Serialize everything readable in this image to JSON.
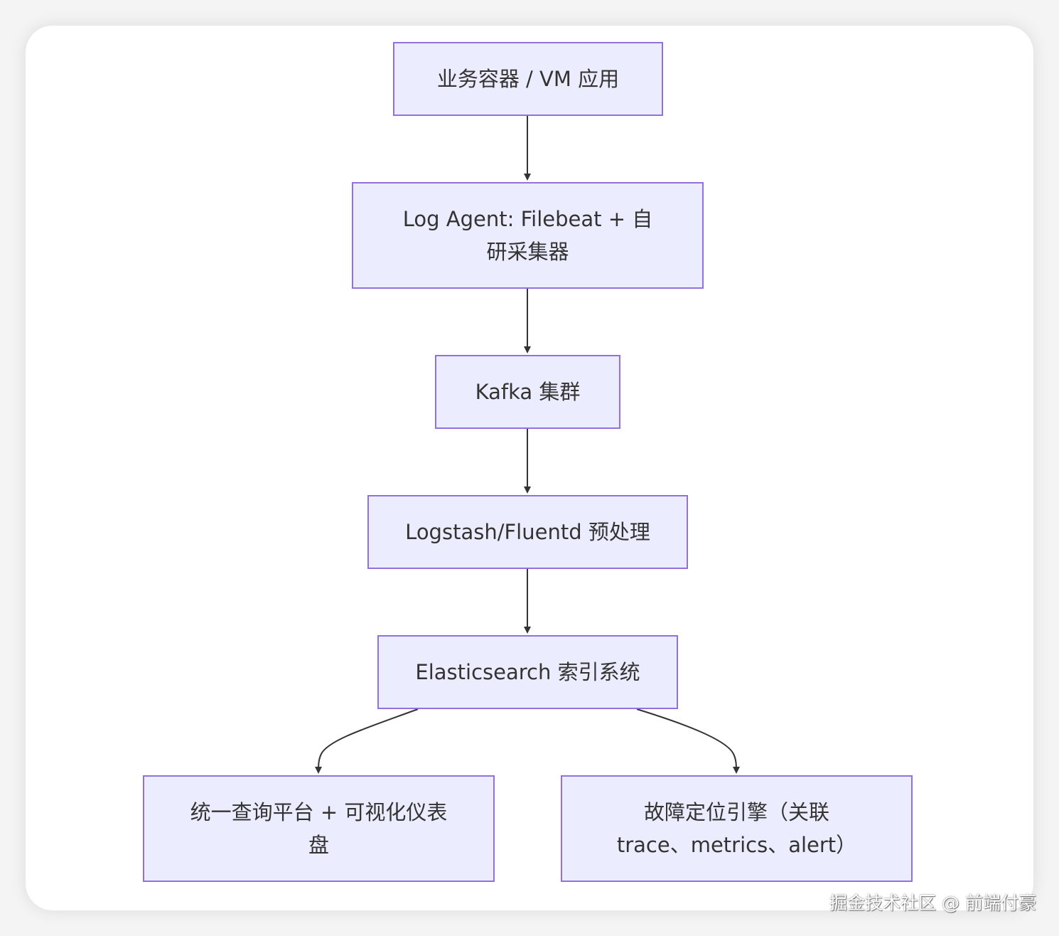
{
  "nodes": {
    "app": {
      "label": "业务容器 / VM 应用"
    },
    "agent": {
      "label": "Log Agent: Filebeat + 自研采集器"
    },
    "kafka": {
      "label": "Kafka 集群"
    },
    "logstash": {
      "label": "Logstash/Fluentd 预处理"
    },
    "es": {
      "label": "Elasticsearch 索引系统"
    },
    "query": {
      "label": "统一查询平台 + 可视化仪表盘"
    },
    "fault": {
      "label": "故障定位引擎（关联 trace、metrics、alert）"
    }
  },
  "edges": [
    {
      "from": "app",
      "to": "agent"
    },
    {
      "from": "agent",
      "to": "kafka"
    },
    {
      "from": "kafka",
      "to": "logstash"
    },
    {
      "from": "logstash",
      "to": "es"
    },
    {
      "from": "es",
      "to": "query"
    },
    {
      "from": "es",
      "to": "fault"
    }
  ],
  "watermark": "掘金技术社区 @ 前端付豪",
  "colors": {
    "node_fill": "#ececff",
    "node_border": "#9370db",
    "edge": "#333333",
    "text": "#333333"
  }
}
